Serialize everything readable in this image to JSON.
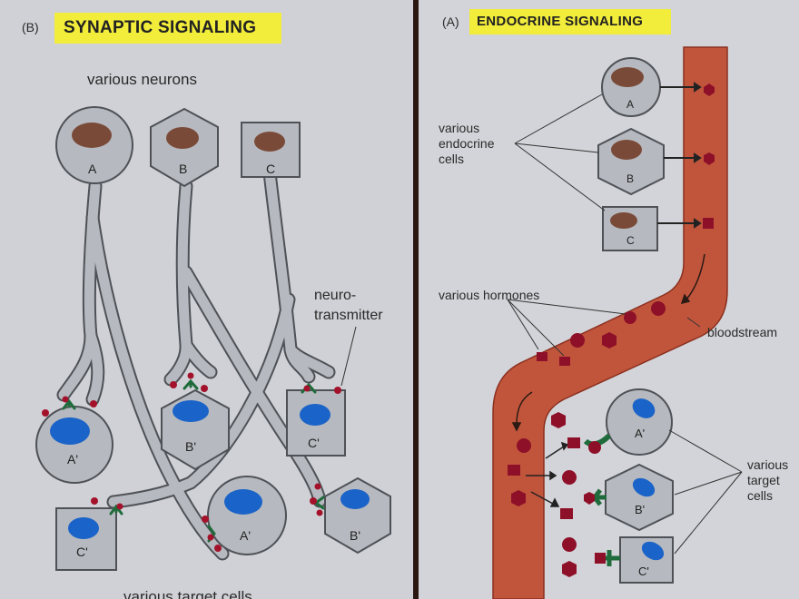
{
  "panel_b": {
    "tag": "(B)",
    "title": "SYNAPTIC SIGNALING",
    "neurons_label": "various neurons",
    "neurotransmitter_label_1": "neuro-",
    "neurotransmitter_label_2": "transmitter",
    "targets_label": "various target cells",
    "neuron_a": "A",
    "neuron_b": "B",
    "neuron_c": "C",
    "target_a1": "A'",
    "target_b1": "B'",
    "target_c1": "C'",
    "target_c2": "C'",
    "target_a2": "A'",
    "target_b2": "B'"
  },
  "panel_a": {
    "tag": "(A)",
    "title": "ENDOCRINE SIGNALING",
    "endocrine_label_1": "various",
    "endocrine_label_2": "endocrine",
    "endocrine_label_3": "cells",
    "hormones_label": "various hormones",
    "bloodstream_label": "bloodstream",
    "target_label_1": "various",
    "target_label_2": "target",
    "target_label_3": "cells",
    "cell_a": "A",
    "cell_b": "B",
    "cell_c": "C",
    "target_a": "A'",
    "target_b": "B'",
    "target_c": "C'"
  },
  "colors": {
    "cell_fill": "#b6b9bf",
    "cell_stroke": "#4e5257",
    "nucleus_brown": "#7a4a38",
    "nucleus_blue": "#1a63c8",
    "signal_red": "#a3122a",
    "receptor_green": "#1f6b3b",
    "bloodstream": "#c1553c",
    "highlight_yellow": "#f2ec3a"
  }
}
